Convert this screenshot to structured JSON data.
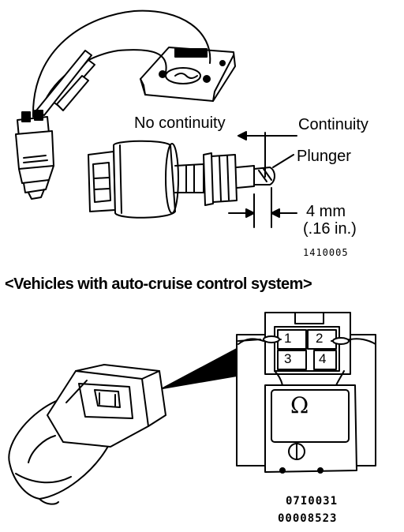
{
  "top_diagram": {
    "no_continuity": "No continuity",
    "continuity": "Continuity",
    "plunger": "Plunger",
    "stroke_mm": "4 mm",
    "stroke_in": "(.16 in.)",
    "figure_code": "1410005"
  },
  "section_heading": "<Vehicles with auto-cruise control system>",
  "bottom_diagram": {
    "terminals": [
      "1",
      "2",
      "3",
      "4"
    ],
    "meter_symbol": "Ω",
    "figure_code_1": "07I0031",
    "figure_code_2": "00008523"
  }
}
